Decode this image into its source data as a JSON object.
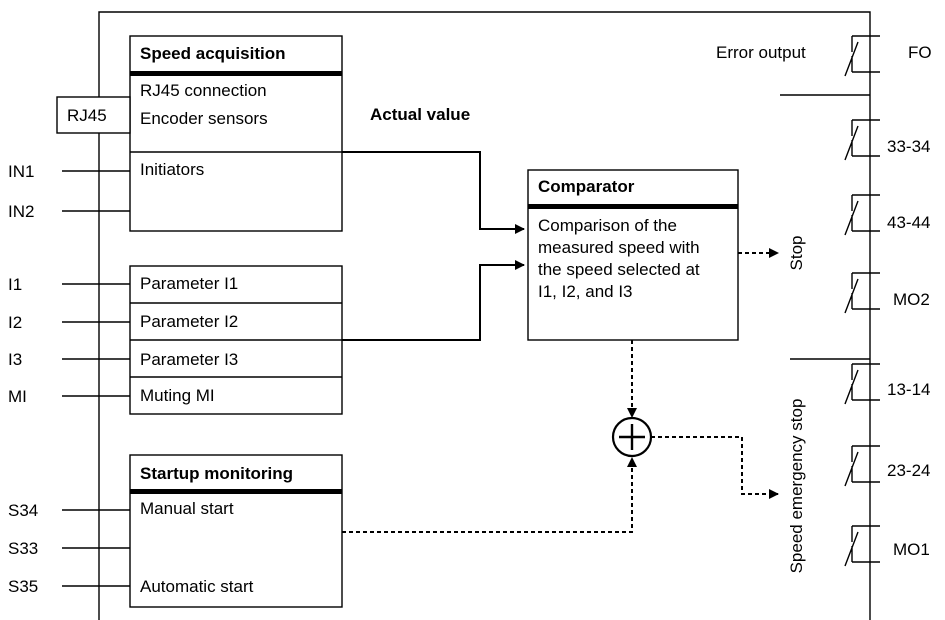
{
  "speed_acquisition": {
    "title": "Speed acquisition",
    "rj45_connection": "RJ45 connection",
    "encoder_sensors": "Encoder sensors",
    "initiators": "Initiators",
    "rj45_port": "RJ45"
  },
  "inputs": {
    "in1": "IN1",
    "in2": "IN2",
    "i1": "I1",
    "i2": "I2",
    "i3": "I3",
    "mi": "MI",
    "s34": "S34",
    "s33": "S33",
    "s35": "S35"
  },
  "parameters": {
    "p1": "Parameter I1",
    "p2": "Parameter I2",
    "p3": "Parameter I3",
    "muting": "Muting MI"
  },
  "startup": {
    "title": "Startup monitoring",
    "manual": "Manual start",
    "automatic": "Automatic start"
  },
  "comparator": {
    "title": "Comparator",
    "line1": "Comparison of the",
    "line2": "measured speed with",
    "line3": "the speed selected at",
    "line4": "I1, I2, and I3"
  },
  "actual_value": "Actual value",
  "error_output": "Error output",
  "stop_label": "Stop",
  "speed_emergency_stop_label": "Speed emergency stop",
  "outputs": {
    "fo": "FO",
    "o3334": "33-34",
    "o4344": "43-44",
    "mo2": "MO2",
    "o1314": "13-14",
    "o2324": "23-24",
    "mo1": "MO1"
  }
}
